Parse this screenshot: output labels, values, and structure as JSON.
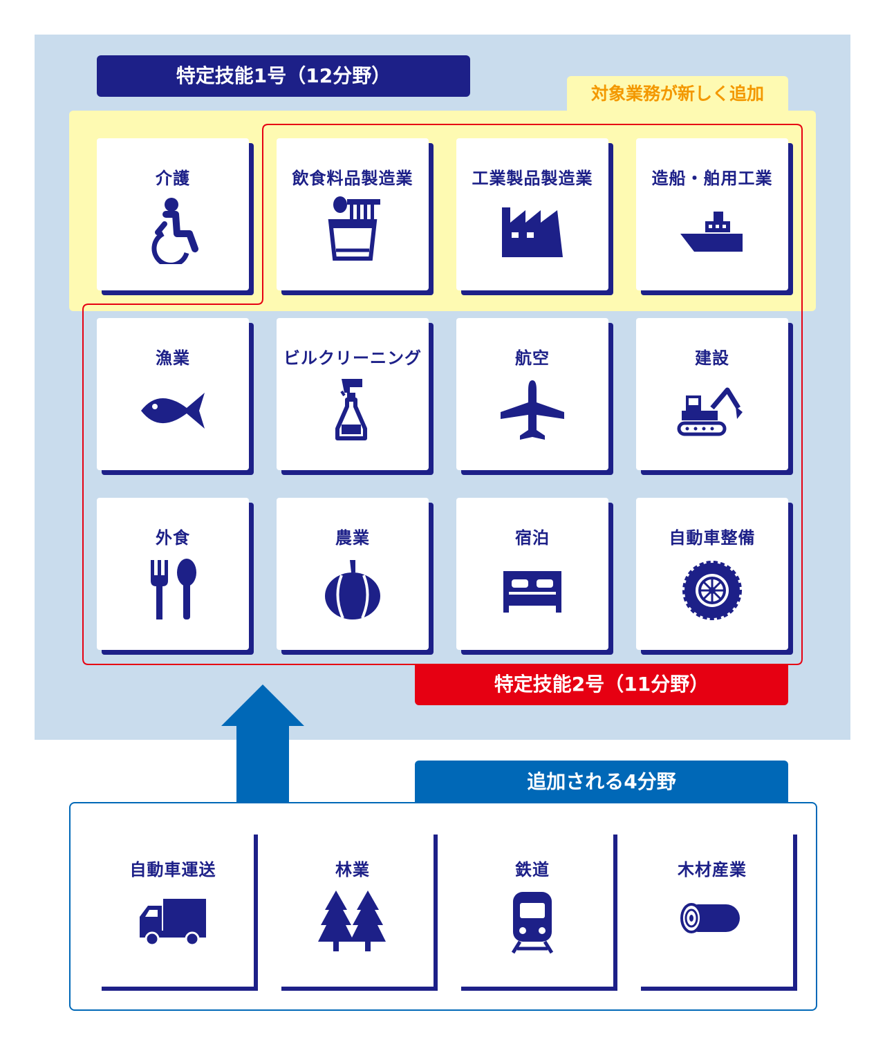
{
  "colors": {
    "navy": "#1d2088",
    "red": "#e60012",
    "blue": "#0068b7",
    "orange": "#f39800",
    "panel": "#c9dced",
    "yellow": "#fefab2"
  },
  "labels": {
    "tokutei1": "特定技能1号（12分野）",
    "new_tasks": "対象業務が新しく追加",
    "tokutei2": "特定技能2号（11分野）",
    "added": "追加される4分野"
  },
  "fields": [
    {
      "label": "介護",
      "icon": "wheelchair-icon"
    },
    {
      "label": "飲食料品製造業",
      "icon": "noodle-cup-icon"
    },
    {
      "label": "工業製品製造業",
      "icon": "factory-icon"
    },
    {
      "label": "造船・舶用工業",
      "icon": "ship-icon"
    },
    {
      "label": "漁業",
      "icon": "fish-icon"
    },
    {
      "label": "ビルクリーニング",
      "icon": "spray-bottle-icon"
    },
    {
      "label": "航空",
      "icon": "airplane-icon"
    },
    {
      "label": "建設",
      "icon": "excavator-icon"
    },
    {
      "label": "外食",
      "icon": "fork-spoon-icon"
    },
    {
      "label": "農業",
      "icon": "pumpkin-icon"
    },
    {
      "label": "宿泊",
      "icon": "bed-icon"
    },
    {
      "label": "自動車整備",
      "icon": "tire-icon"
    }
  ],
  "added_fields": [
    {
      "label": "自動車運送",
      "icon": "truck-icon"
    },
    {
      "label": "林業",
      "icon": "trees-icon"
    },
    {
      "label": "鉄道",
      "icon": "train-icon"
    },
    {
      "label": "木材産業",
      "icon": "log-icon"
    }
  ]
}
